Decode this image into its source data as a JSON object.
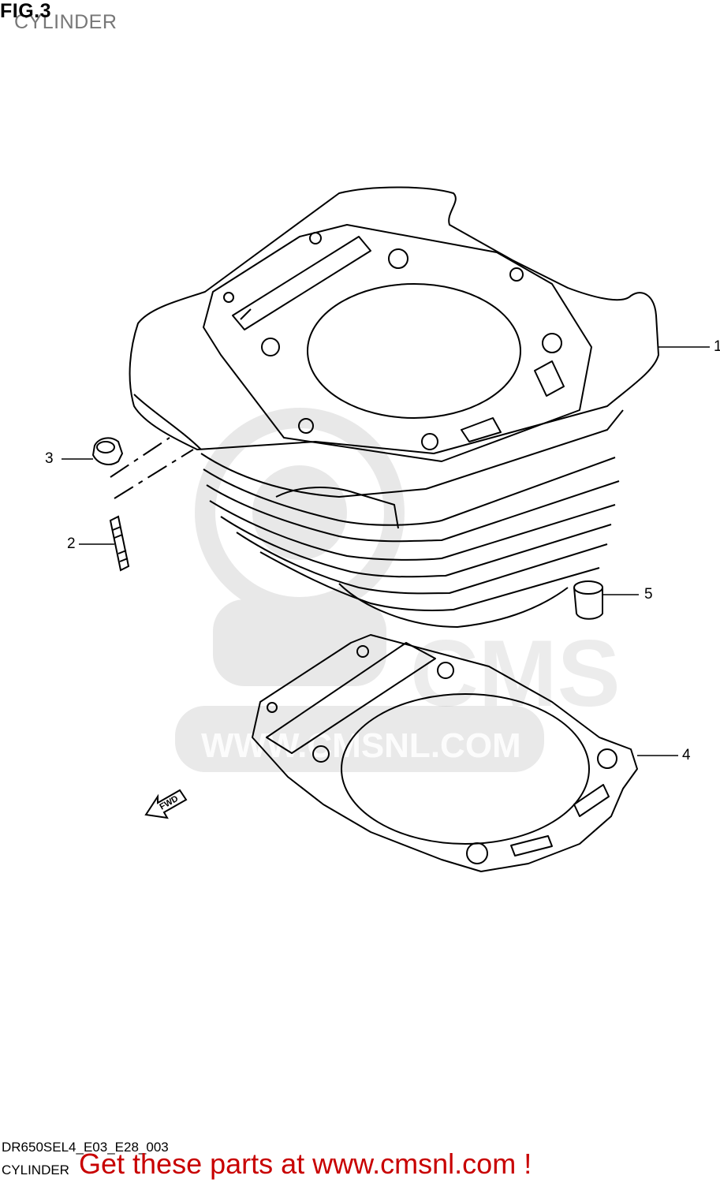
{
  "header": {
    "figure": "FIG.3",
    "title": "CYLINDER"
  },
  "callouts": [
    {
      "id": "1",
      "label": "1"
    },
    {
      "id": "2",
      "label": "2"
    },
    {
      "id": "3",
      "label": "3"
    },
    {
      "id": "4",
      "label": "4"
    },
    {
      "id": "5",
      "label": "5"
    }
  ],
  "watermark": {
    "logo": "CMS",
    "url": "WWW.CMSNL.COM"
  },
  "fwd_label": "FWD",
  "footer": {
    "code": "DR650SEL4_E03_E28_003",
    "name": "CYLINDER",
    "promo": "Get these parts at www.cmsnl.com !"
  }
}
